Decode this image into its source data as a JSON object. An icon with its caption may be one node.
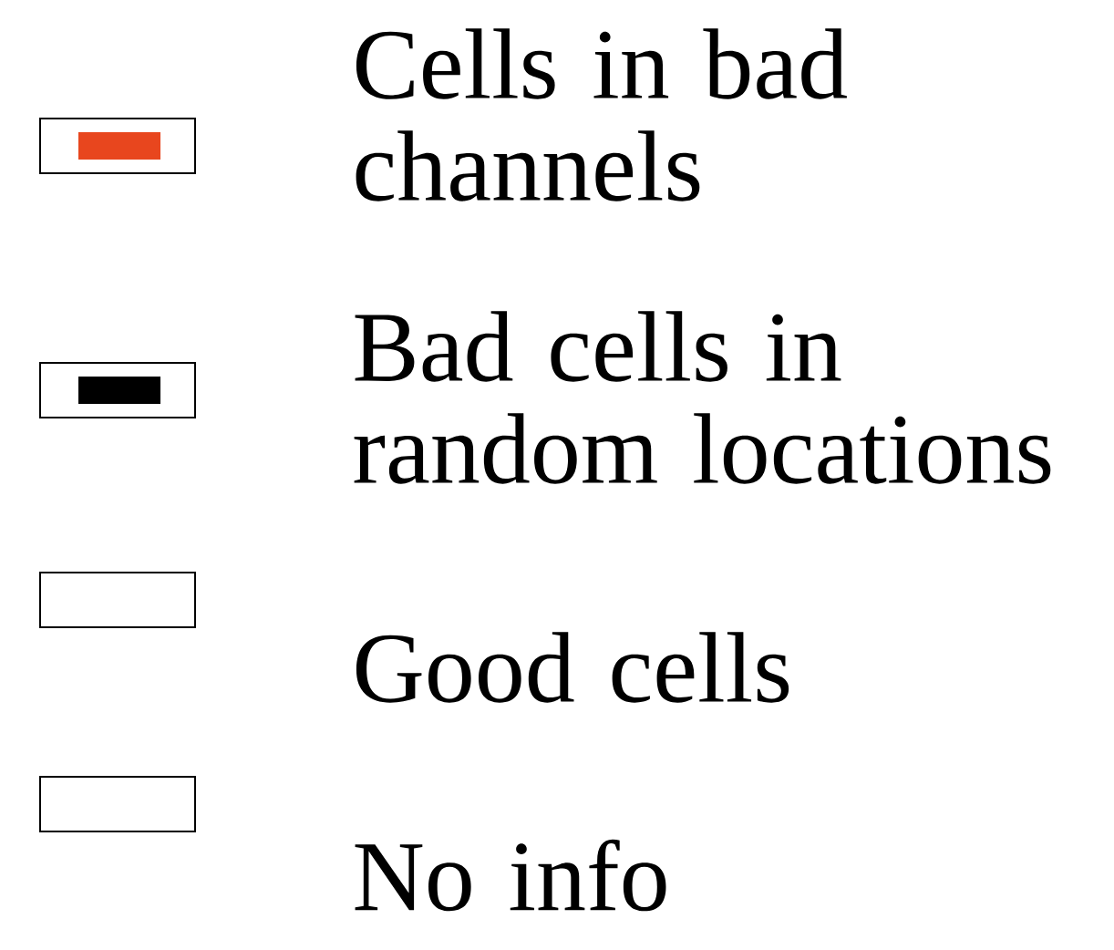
{
  "diagram": {
    "legend": [
      {
        "text": "Cells in bad channels",
        "color": "#e8461e"
      },
      {
        "text": "Bad cells in random locations",
        "color": "#000000"
      },
      {
        "text": "Good cells"
      },
      {
        "text": "No info"
      }
    ]
  }
}
